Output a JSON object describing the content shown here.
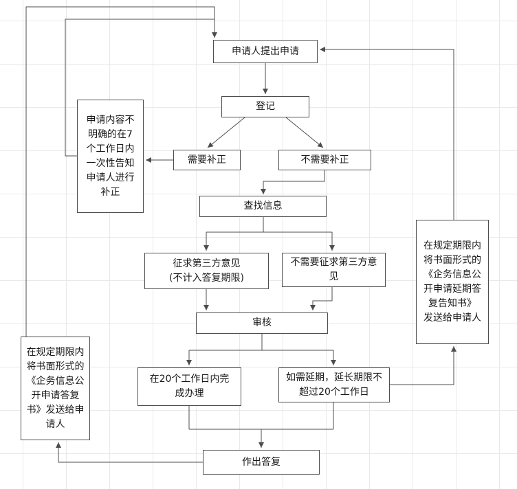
{
  "diagram": {
    "nodes": {
      "start": "申请人提出申请",
      "register": "登记",
      "need_fix": "需要补正",
      "no_fix": "不需要补正",
      "notify_fix": "申请内容不\n明确的在7\n个工作日内\n一次性告知\n申请人进行\n补正",
      "search_info": "查找信息",
      "third_party": "征求第三方意见\n(不计入答复期限)",
      "no_third_party": "不需要征求第三方意\n见",
      "review": "审核",
      "within_20": "在20个工作日内完\n成办理",
      "extend": "如需延期，延长期限不\n超过20个工作日",
      "reply": "作出答复",
      "reply_letter": "在规定期限内\n将书面形式的\n《企务信息公\n开申请答复\n书》发送给申\n请人",
      "delay_letter": "在规定期限内\n将书面形式的\n《企务信息公\n开申请延期答\n复告知书》\n发送给申请人"
    },
    "colors": {
      "background": "#ffffff",
      "grid": "#e9e9e9",
      "border": "#4d4d4d",
      "line": "#4d4d4d",
      "text": "#1a1a1a"
    }
  }
}
